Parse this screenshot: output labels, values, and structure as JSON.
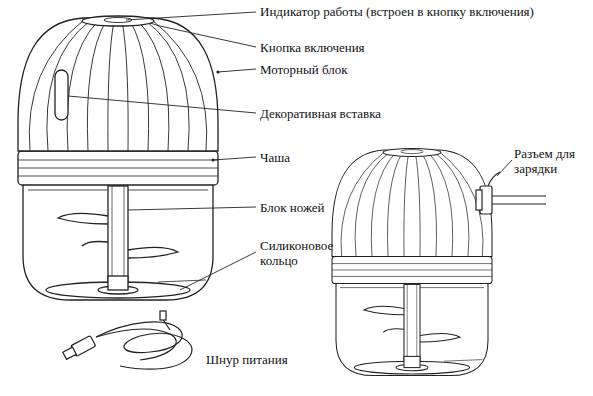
{
  "diagram": {
    "labels": [
      "Индикатор работы (встроен в кнопку включения)",
      "Кнопка включения",
      "Моторный блок",
      "Декоративная вставка",
      "Чаша",
      "Блок ножей",
      "Силиконовое кольцо",
      "Разъем для зарядки",
      "Шнур питания"
    ]
  }
}
